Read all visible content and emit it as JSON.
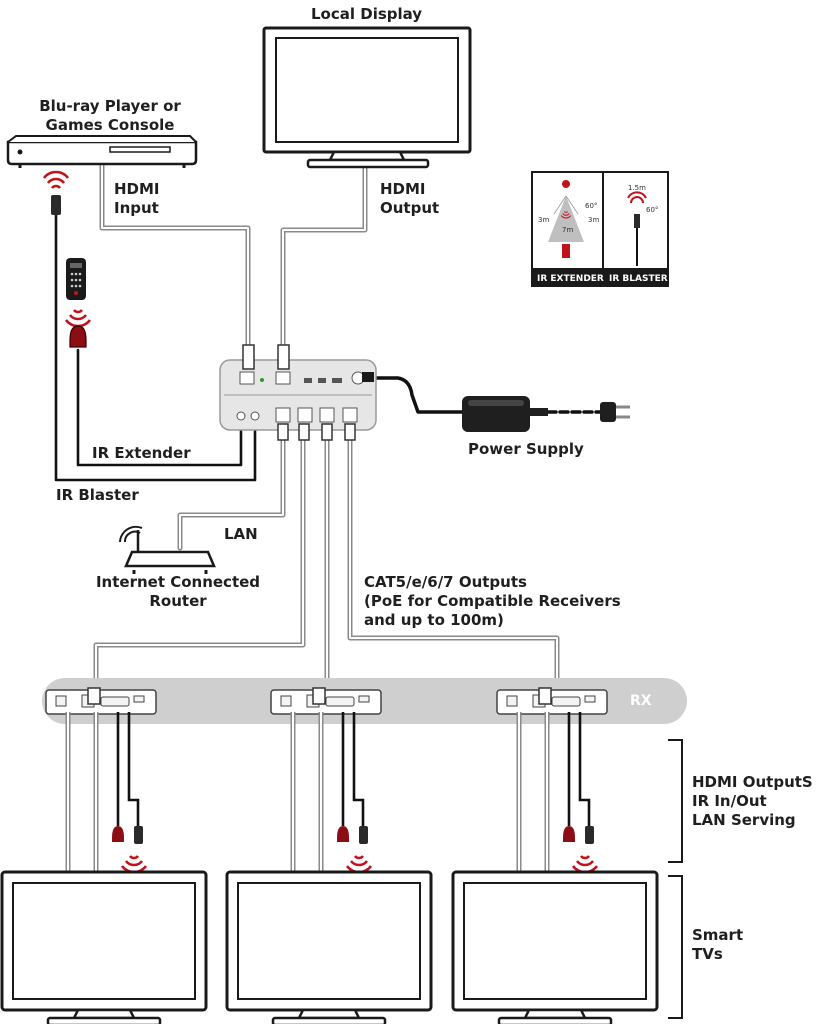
{
  "labels": {
    "local_display": "Local Display",
    "source": "Blu-ray Player or\nGames Console",
    "hdmi_input": "HDMI\nInput",
    "hdmi_output": "HDMI\nOutput",
    "ir_extender": "IR Extender",
    "ir_blaster": "IR Blaster",
    "lan": "LAN",
    "router": "Internet Connected\nRouter",
    "cat_outputs": "CAT5/e/6/7 Outputs\n(PoE for Compatible Receivers\nand up to 100m)",
    "power_supply": "Power Supply",
    "rx": "RX",
    "rx_group": "HDMI OutputS\nIR In/Out\nLAN Serving",
    "tv_group": "Smart\nTVs"
  },
  "legend": {
    "ir_extender": "IR EXTENDER",
    "ir_blaster": "IR BLASTER",
    "ext_dist_side": "3m",
    "ext_dist_front": "7m",
    "ext_angle": "60°",
    "blaster_dist": "1.5m",
    "blaster_angle": "60°"
  },
  "colors": {
    "cable": "#8a8a8a",
    "ir_red": "#c0141c",
    "rx_bar": "#cfcfcf",
    "device": "#e6e6e6",
    "legend_bg": "#1a1a1a"
  },
  "icons": [
    "display-icon",
    "bluray-player-icon",
    "remote-control-icon",
    "ir-wave-icon",
    "router-icon",
    "power-adapter-icon",
    "transmitter-icon",
    "receiver-icon",
    "tv-icon"
  ]
}
